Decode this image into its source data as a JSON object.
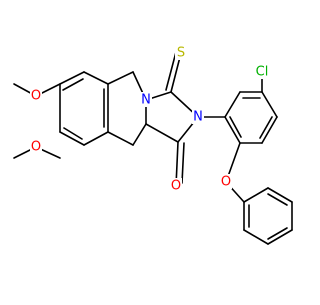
{
  "molecule": {
    "atom_labels": {
      "o_methoxy_top": "O",
      "o_methoxy_bottom": "O",
      "n_ring": "N",
      "n_aryl": "N",
      "s_thioxo": "S",
      "o_carbonyl": "O",
      "cl": "Cl",
      "o_ether": "O"
    },
    "colors": {
      "carbon_bonds": "#000000",
      "oxygen": "#ff0000",
      "nitrogen": "#0000ff",
      "sulfur": "#b8b800",
      "chlorine": "#00b000"
    }
  }
}
